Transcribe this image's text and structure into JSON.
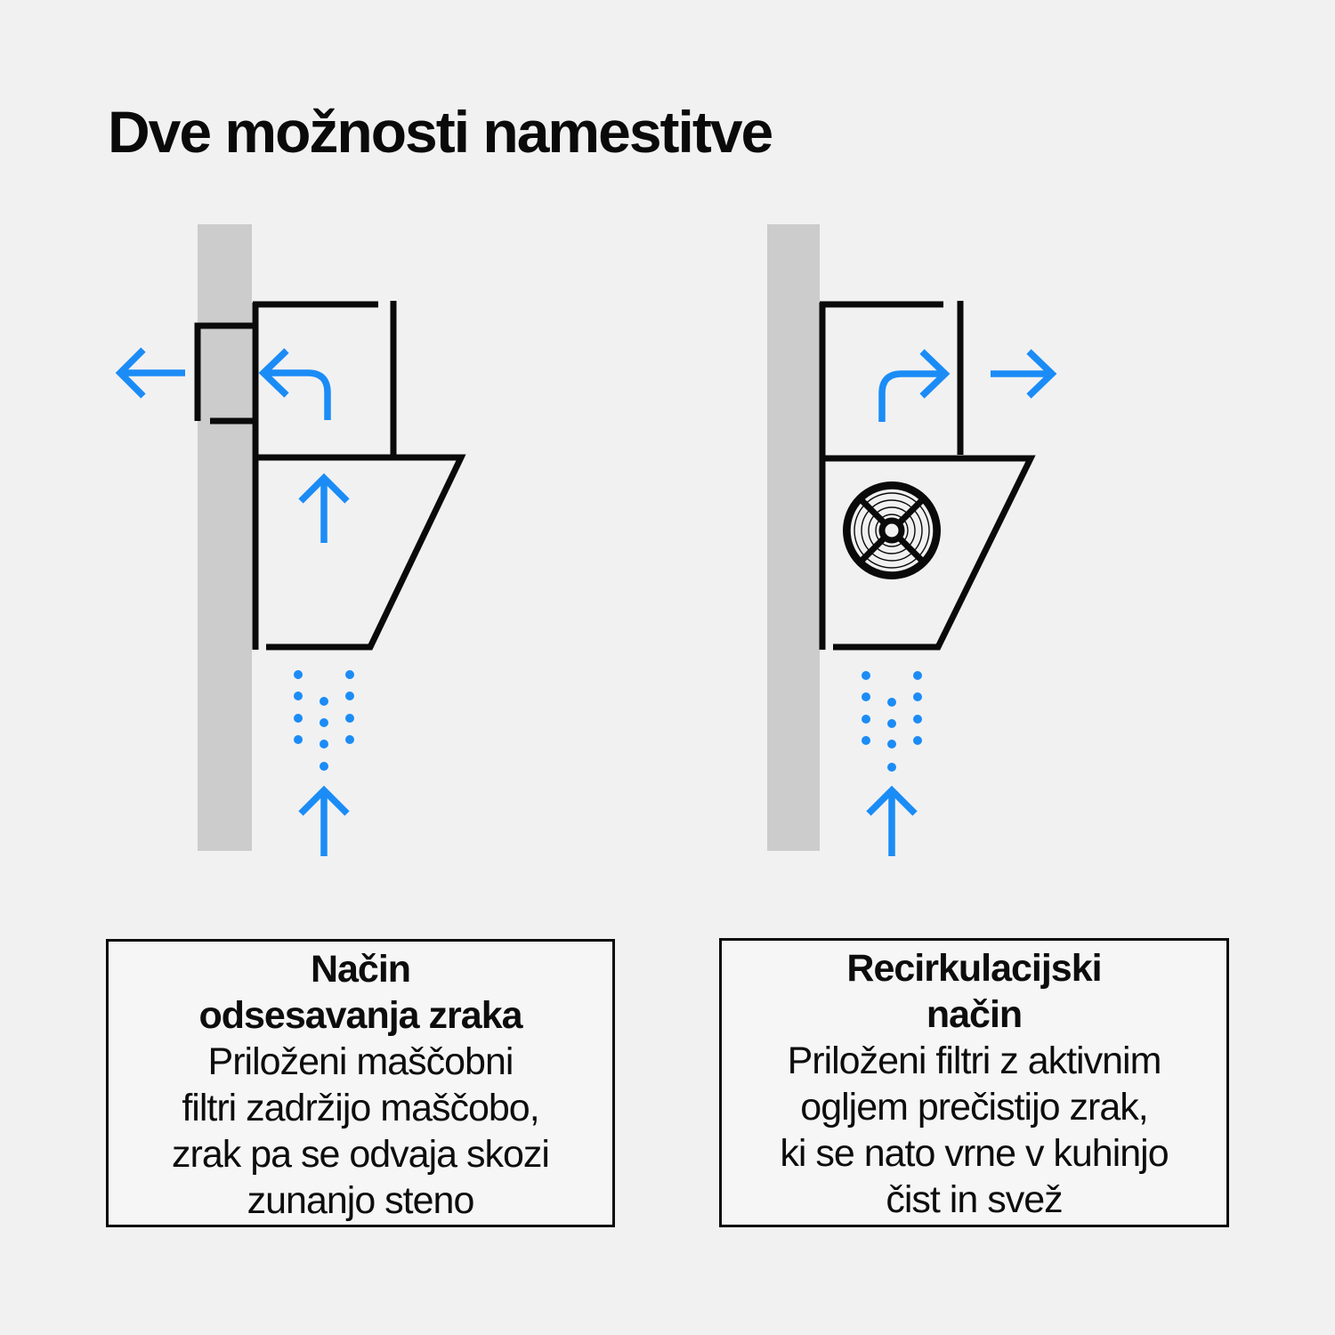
{
  "page": {
    "title": "Dve možnosti namestitve"
  },
  "colors": {
    "accent-blue": "#1B8CF6",
    "wall-gray": "#CCCCCC",
    "line-black": "#0A0A0A",
    "card-bg": "#F6F6F7",
    "card-border": "#0A0A0A",
    "page-bg": "#F1F1F2"
  },
  "diagrams": [
    {
      "name": "extraction-mode",
      "icons": [
        "wall",
        "exhaust-duct",
        "hood-chimney",
        "hood-canopy",
        "airflow-out-arrow",
        "airflow-bend-arrow",
        "airflow-up-arrow",
        "intake-up-arrow",
        "steam-dots"
      ]
    },
    {
      "name": "recirculation-mode",
      "icons": [
        "wall",
        "hood-chimney",
        "hood-canopy",
        "fan-icon",
        "airflow-bend-arrow",
        "airflow-out-arrow",
        "intake-up-arrow",
        "steam-dots"
      ]
    }
  ],
  "cards": [
    {
      "title_lines": [
        "Način",
        "odsesavanja zraka"
      ],
      "body_lines": [
        "Priloženi maščobni",
        "filtri zadržijo maščobo,",
        "zrak pa se odvaja skozi",
        "zunanjo steno"
      ]
    },
    {
      "title_lines": [
        "Recirkulacijski",
        "način"
      ],
      "body_lines": [
        "Priloženi filtri z aktivnim",
        "ogljem prečistijo zrak,",
        "ki se nato vrne v kuhinjo",
        "čist in svež"
      ]
    }
  ]
}
